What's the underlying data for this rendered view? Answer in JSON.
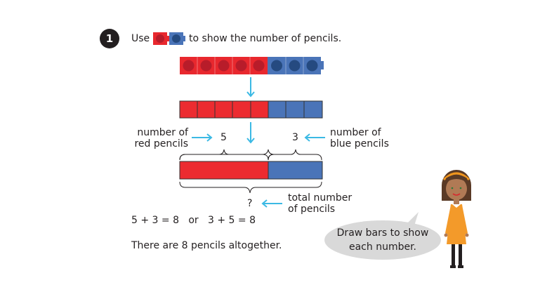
{
  "question": {
    "number": "1",
    "prefix": "Use",
    "suffix": "to show the number of pencils."
  },
  "cubes": {
    "red_count": 5,
    "blue_count": 3,
    "red": "#e8282e",
    "red_dot": "#b81c2a",
    "blue": "#4a74b8",
    "blue_dot": "#254a80"
  },
  "bar_model": {
    "left_label_line1": "number of",
    "left_label_line2": "red pencils",
    "red_value": "5",
    "blue_value": "3",
    "right_label_line1": "number of",
    "right_label_line2": "blue pencils",
    "total_value": "?",
    "total_label_line1": "total number",
    "total_label_line2": "of pencils",
    "arrow_color": "#3bb9e4"
  },
  "equations": {
    "line": "5 + 3 = 8   or   3 + 5 = 8"
  },
  "conclusion": "There are 8 pencils altogether.",
  "speech_bubble": {
    "line1": "Draw bars to show",
    "line2": "each number."
  }
}
